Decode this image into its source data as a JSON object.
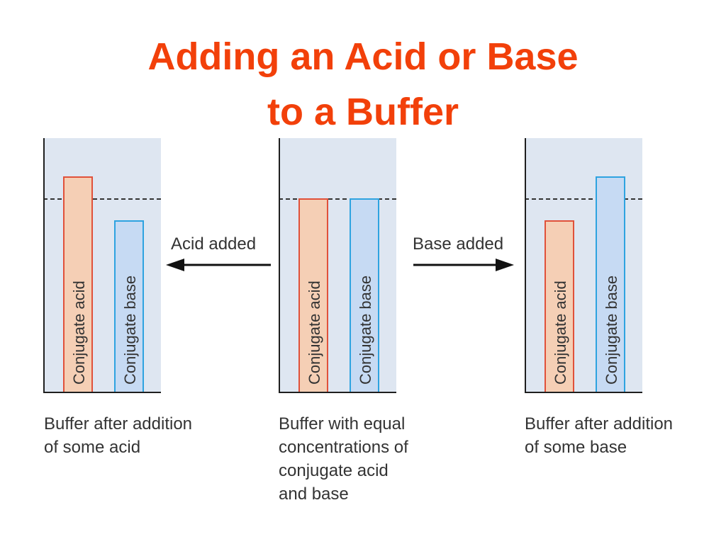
{
  "title": {
    "line1": "Adding an Acid or Base",
    "line2": "to a Buffer"
  },
  "arrows": {
    "left_label": "Acid added",
    "right_label": "Base added"
  },
  "panels": [
    {
      "bars": [
        {
          "label": "Conjugate acid",
          "kind": "acid",
          "level": 1.12
        },
        {
          "label": "Conjugate base",
          "kind": "base",
          "level": 0.88
        }
      ],
      "caption": [
        "Buffer after addition",
        "of some acid"
      ]
    },
    {
      "bars": [
        {
          "label": "Conjugate acid",
          "kind": "acid",
          "level": 1.0
        },
        {
          "label": "Conjugate base",
          "kind": "base",
          "level": 1.0
        }
      ],
      "caption": [
        "Buffer with equal",
        "concentrations of",
        "conjugate acid",
        "and base"
      ]
    },
    {
      "bars": [
        {
          "label": "Conjugate acid",
          "kind": "acid",
          "level": 0.88
        },
        {
          "label": "Conjugate base",
          "kind": "base",
          "level": 1.12
        }
      ],
      "caption": [
        "Buffer after addition",
        "of some base"
      ]
    }
  ],
  "colors": {
    "title": "#f2400a",
    "acid_fill": "#f5cfb5",
    "acid_border": "#e0513a",
    "base_fill": "#c6daf3",
    "base_border": "#2ea3e0",
    "panel_bg": "#dee6f1"
  }
}
